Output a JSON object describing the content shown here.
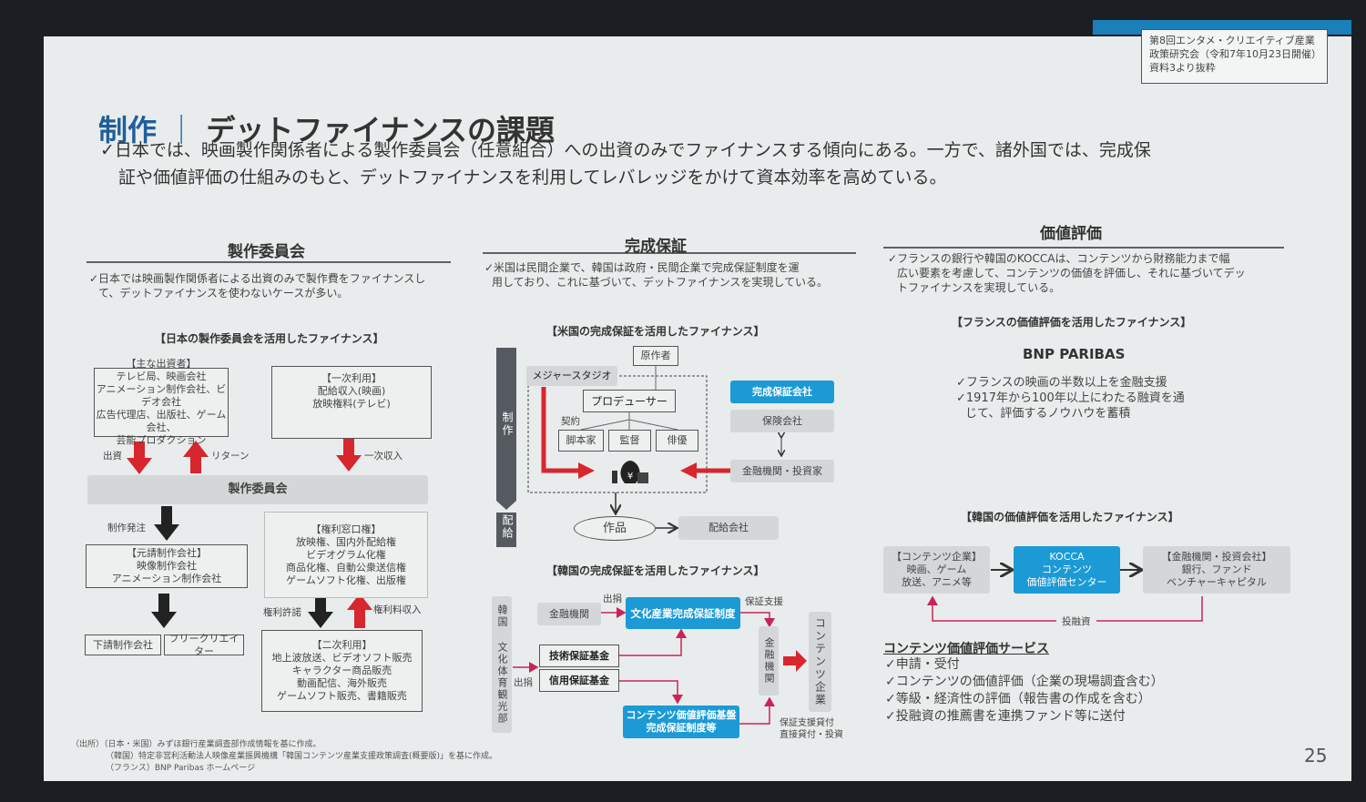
{
  "stamp": "第8回エンタメ・クリエイティブ産業政策研究会（令和7年10月23日開催）資料3より抜粋",
  "title": {
    "category": "制作",
    "separator": "｜",
    "main": "デットファイナンスの課題"
  },
  "lead": [
    "✓日本では、映画製作関係者による製作委員会（任意組合）への出資のみでファイナンスする傾向にある。一方で、諸外国では、完成保",
    "証や価値評価の仕組みのもと、デットファイナンスを利用してレバレッジをかけて資本効率を高めている。"
  ],
  "left": {
    "heading": "製作委員会",
    "note": [
      "✓日本では映画製作関係者による出資のみで製作費をファイナンスし",
      "て、デットファイナンスを使わないケースが多い。"
    ],
    "caption": "【日本の製作委員会を活用したファイナンス】",
    "investors": [
      "【主な出資者】",
      "テレビ局、映画会社",
      "アニメーション制作会社、ビデオ会社",
      "広告代理店、出版社、ゲーム会社、",
      "芸能プロダクション"
    ],
    "primary": [
      "【一次利用】",
      "配給収入(映画)",
      "放映権料(テレビ)"
    ],
    "committee": "製作委員会",
    "rights": [
      "【権利窓口権】",
      "放映権、国内外配給権",
      "ビデオグラム化権",
      "商品化権、自動公衆送信権",
      "ゲームソフト化権、出版権"
    ],
    "prime": [
      "【元請制作会社】",
      "映像制作会社",
      "アニメーション制作会社"
    ],
    "sub": "下請制作会社",
    "freelance": "フリークリエイター",
    "secondary": [
      "【二次利用】",
      "地上波放送、ビデオソフト販売",
      "キャラクター商品販売",
      "動画配信、海外販売",
      "ゲームソフト販売、書籍販売"
    ],
    "labels": {
      "invest": "出資",
      "return": "リターン",
      "primary_income": "一次収入",
      "order": "制作発注",
      "license": "権利許諾",
      "royalty": "権利料収入"
    }
  },
  "mid": {
    "heading": "完成保証",
    "note": [
      "✓米国は民間企業で、韓国は政府・民間企業で完成保証制度を運",
      "用しており、これに基づいて、デットファイナンスを実現している。"
    ],
    "us_caption": "【米国の完成保証を活用したファイナンス】",
    "phase_production": "制作",
    "phase_distribution": "配給",
    "author": "原作者",
    "studio": "メジャースタジオ",
    "producer": "プロデューサー",
    "contract": "契約",
    "writer": "脚本家",
    "director": "監督",
    "actor": "俳優",
    "guarantor": "完成保証会社",
    "insurer": "保険会社",
    "financier": "金融機関・投資家",
    "work": "作品",
    "distributor": "配給会社",
    "kr_caption": "【韓国の完成保証を活用したファイナンス】",
    "ministry": "韓国 文化体育観光部",
    "kr_bank": "金融機関",
    "donate1": "出捐",
    "donate2": "出捐",
    "kr_system": "文化産業完成保証制度",
    "tech_fund": "技術保証基金",
    "credit_fund": "信用保証基金",
    "kr_value": [
      "コンテンツ価値評価基盤",
      "完成保証制度等"
    ],
    "support": "保証支援",
    "kr_bank_v": "金融機関",
    "content_co": "コンテンツ企業",
    "loans": [
      "保証支援貸付",
      "直接貸付・投資"
    ]
  },
  "right": {
    "heading": "価値評価",
    "note": [
      "✓フランスの銀行や韓国のKOCCAは、コンテンツから財務能力まで幅",
      "広い要素を考慮して、コンテンツの価値を評価し、それに基づいてデッ",
      "トファイナンスを実現している。"
    ],
    "fr_caption": "【フランスの価値評価を活用したファイナンス】",
    "bnp": "BNP PARIBAS",
    "bnp_points": [
      "✓フランスの映画の半数以上を金融支援",
      "✓1917年から100年以上にわたる融資を通",
      "じて、評価するノウハウを蓄積"
    ],
    "kr_caption": "【韓国の価値評価を活用したファイナンス】",
    "content_co": [
      "【コンテンツ企業】",
      "映画、ゲーム",
      "放送、アニメ等"
    ],
    "kocca": [
      "KOCCA",
      "コンテンツ",
      "価値評価センター"
    ],
    "finance": [
      "【金融機関・投資会社】",
      "銀行、ファンド",
      "ベンチャーキャピタル"
    ],
    "invest_loan": "投融資",
    "service_title": "コンテンツ価値評価サービス",
    "services": [
      "✓申請・受付",
      "✓コンテンツの価値評価（企業の現場調査含む）",
      "✓等級・経済性の評価（報告書の作成を含む）",
      "✓投融資の推薦書を連携ファンド等に送付"
    ]
  },
  "sources": [
    "（出所）（日本・米国）みずほ銀行産業調査部作成情報を基に作成。",
    "（韓国）特定非営利活動法人映像産業振興機構「韓国コンテンツ産業支援政策調査(概要版)」を基に作成。",
    "（フランス）BNP Paribas ホームページ"
  ],
  "page_number": "25",
  "colors": {
    "accent": "#1c9ad6",
    "title_blue": "#1e5f9a",
    "arrow_red": "#d8262e"
  }
}
